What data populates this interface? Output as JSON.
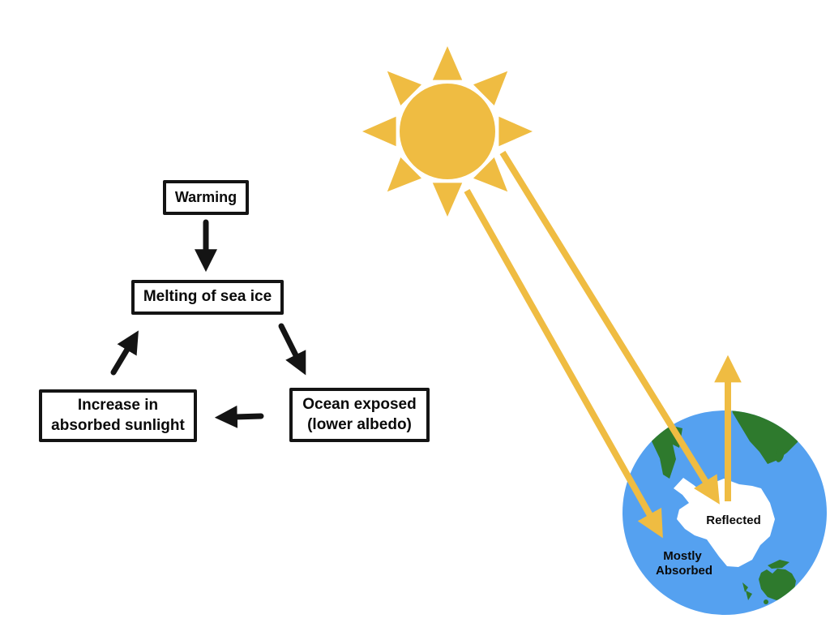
{
  "palette": {
    "sun_yellow": "#EFBC42",
    "ocean_blue": "#55A1F0",
    "land_green": "#2E7A2D",
    "ice_white": "#ffffff",
    "ink_black": "#141414"
  },
  "flowchart": {
    "boxes": [
      {
        "id": "warming",
        "lines": [
          "Warming"
        ]
      },
      {
        "id": "melting",
        "lines": [
          "Melting of sea ice"
        ]
      },
      {
        "id": "increase",
        "lines": [
          "Increase in",
          "absorbed sunlight"
        ]
      },
      {
        "id": "ocean",
        "lines": [
          "Ocean exposed",
          "(lower albedo)"
        ]
      }
    ]
  },
  "illustration": {
    "sun": "sun-icon",
    "globe": "earth-antarctica-icon",
    "labels": {
      "reflected": "Reflected",
      "absorbed_line1": "Mostly",
      "absorbed_line2": "Absorbed"
    }
  }
}
